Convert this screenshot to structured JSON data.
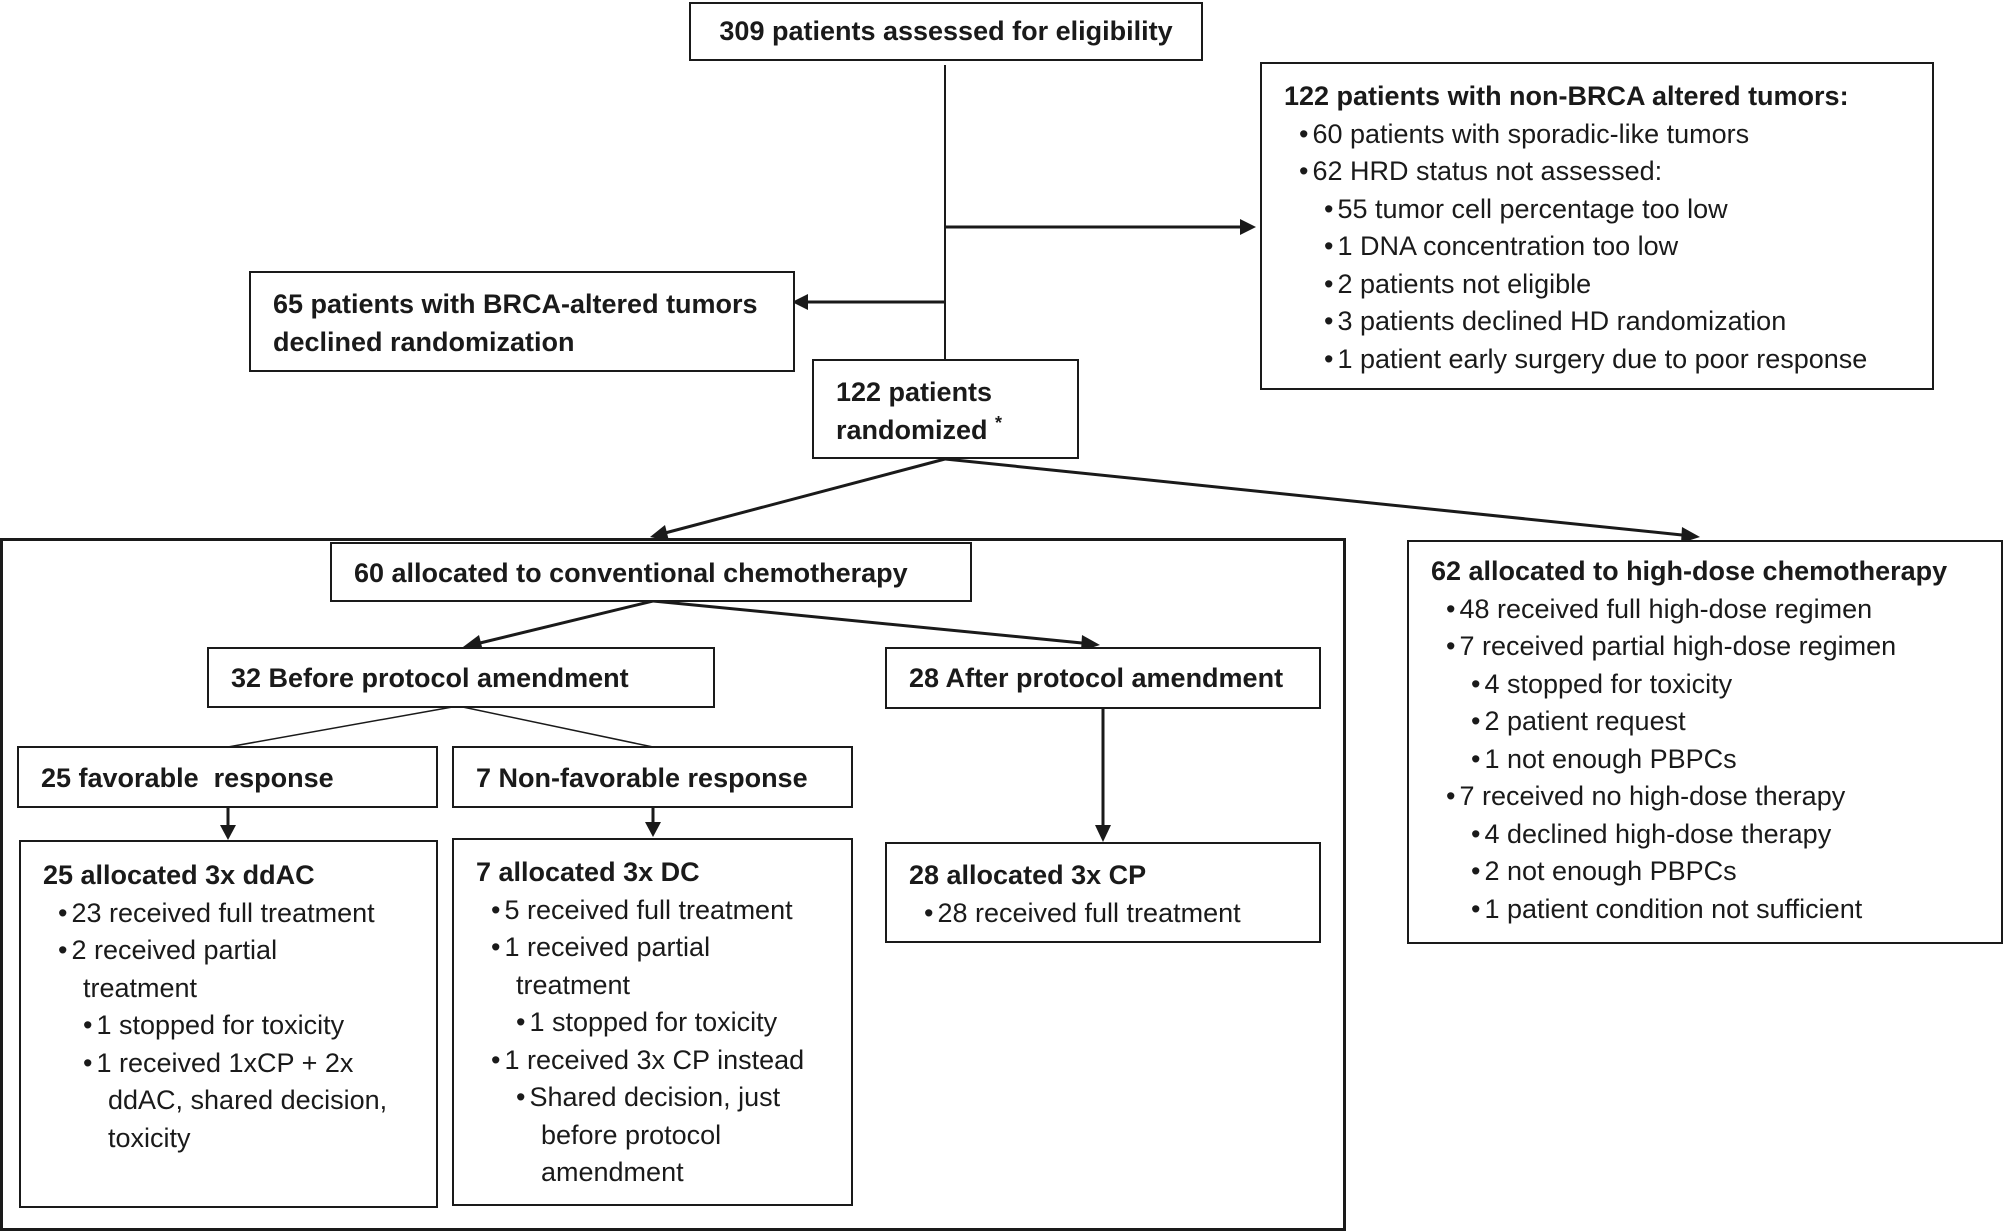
{
  "assessed": {
    "title": "309 patients assessed for eligibility"
  },
  "non_brca": {
    "title": "122 patients with non-BRCA altered tumors:",
    "items": [
      "60 patients with sporadic-like tumors",
      "62 HRD status not assessed:",
      "55 tumor cell percentage too low",
      "1 DNA concentration too low",
      "2 patients not eligible",
      "3 patients declined HD randomization",
      "1 patient early surgery due to poor response"
    ]
  },
  "brca": {
    "line1": "65 patients with BRCA-altered tumors",
    "line2": "declined randomization"
  },
  "randomized": {
    "line1": "122 patients",
    "line2": "randomized",
    "mark": "*"
  },
  "conventional": {
    "title": "60 allocated to conventional chemotherapy"
  },
  "high_dose": {
    "title": "62 allocated to high-dose chemotherapy",
    "items": [
      "48 received full high-dose regimen",
      "7 received partial high-dose regimen",
      "4 stopped for toxicity",
      "2 patient request",
      "1 not enough PBPCs",
      "7 received no high-dose therapy",
      "4 declined high-dose therapy",
      "2 not enough PBPCs",
      "1 patient condition not sufficient"
    ]
  },
  "before": {
    "title": "32 Before protocol amendment"
  },
  "after": {
    "title": "28 After protocol amendment"
  },
  "favorable": {
    "title": "25 favorable  response"
  },
  "nonfavorable": {
    "title": "7 Non-favorable response"
  },
  "ddac": {
    "title": "25 allocated 3x ddAC",
    "items": [
      "23 received full treatment",
      "2 received partial",
      "treatment",
      "1 stopped for toxicity",
      "1 received 1xCP + 2x",
      "ddAC, shared decision,",
      "toxicity"
    ]
  },
  "dc": {
    "title": "7 allocated 3x DC",
    "items": [
      "5 received full treatment",
      "1 received partial",
      "treatment",
      "1 stopped for toxicity",
      "1 received 3x CP instead",
      "Shared decision, just",
      "before protocol",
      "amendment"
    ]
  },
  "cp": {
    "title": "28 allocated 3x CP",
    "items": [
      "28 received full treatment"
    ]
  }
}
